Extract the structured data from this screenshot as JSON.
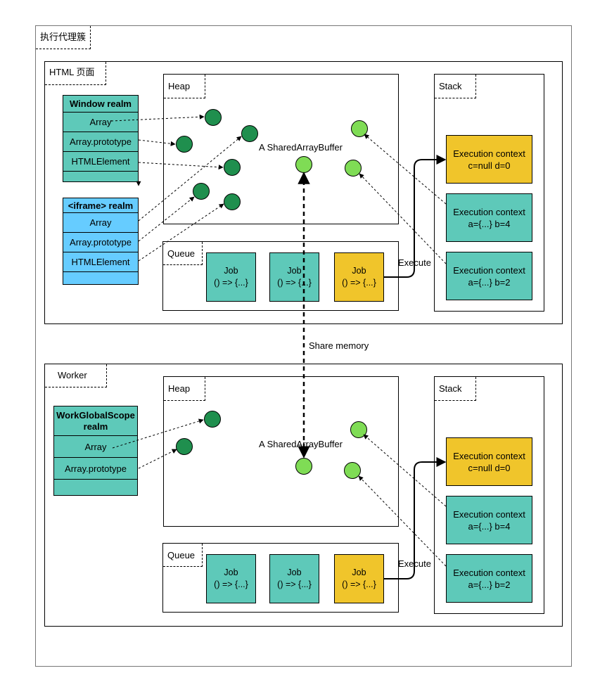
{
  "cluster": {
    "title": "执行代理簇"
  },
  "page": {
    "title": "HTML 页面",
    "heap": {
      "label": "Heap",
      "sab": "A SharedArrayBuffer"
    },
    "queue": {
      "label": "Queue",
      "jobs": [
        {
          "title": "Job",
          "code": "() => {...}"
        },
        {
          "title": "Job",
          "code": "() => {...}"
        },
        {
          "title": "Job",
          "code": "() => {...}"
        }
      ]
    },
    "stack": {
      "label": "Stack",
      "contexts": [
        {
          "title": "Execution context",
          "vars": "c=null  d=0"
        },
        {
          "title": "Execution context",
          "vars": "a={...}  b=4"
        },
        {
          "title": "Execution context",
          "vars": "a={...}  b=2"
        }
      ]
    },
    "execute": "Execute",
    "window_realm": {
      "title": "Window realm",
      "items": [
        "Array",
        "Array.prototype",
        "HTMLElement"
      ]
    },
    "iframe_realm": {
      "title": "<iframe> realm",
      "items": [
        "Array",
        "Array.prototype",
        "HTMLElement"
      ]
    }
  },
  "share_memory": "Share memory",
  "worker": {
    "title": "Worker",
    "heap": {
      "label": "Heap",
      "sab": "A SharedArrayBuffer"
    },
    "queue": {
      "label": "Queue",
      "jobs": [
        {
          "title": "Job",
          "code": "() => {...}"
        },
        {
          "title": "Job",
          "code": "() => {...}"
        },
        {
          "title": "Job",
          "code": "() => {...}"
        }
      ]
    },
    "stack": {
      "label": "Stack",
      "contexts": [
        {
          "title": "Execution context",
          "vars": "c=null  d=0"
        },
        {
          "title": "Execution context",
          "vars": "a={...}  b=4"
        },
        {
          "title": "Execution context",
          "vars": "a={...}  b=2"
        }
      ]
    },
    "execute": "Execute",
    "realm": {
      "title_line1": "WorkGlobalScope",
      "title_line2": "realm",
      "items": [
        "Array",
        "Array.prototype"
      ]
    }
  },
  "colors": {
    "teal": "#5ec9b9",
    "blue": "#66ccff",
    "yellow": "#f0c52b",
    "dark_green": "#1f8f4e",
    "light_green": "#7fdc55"
  }
}
